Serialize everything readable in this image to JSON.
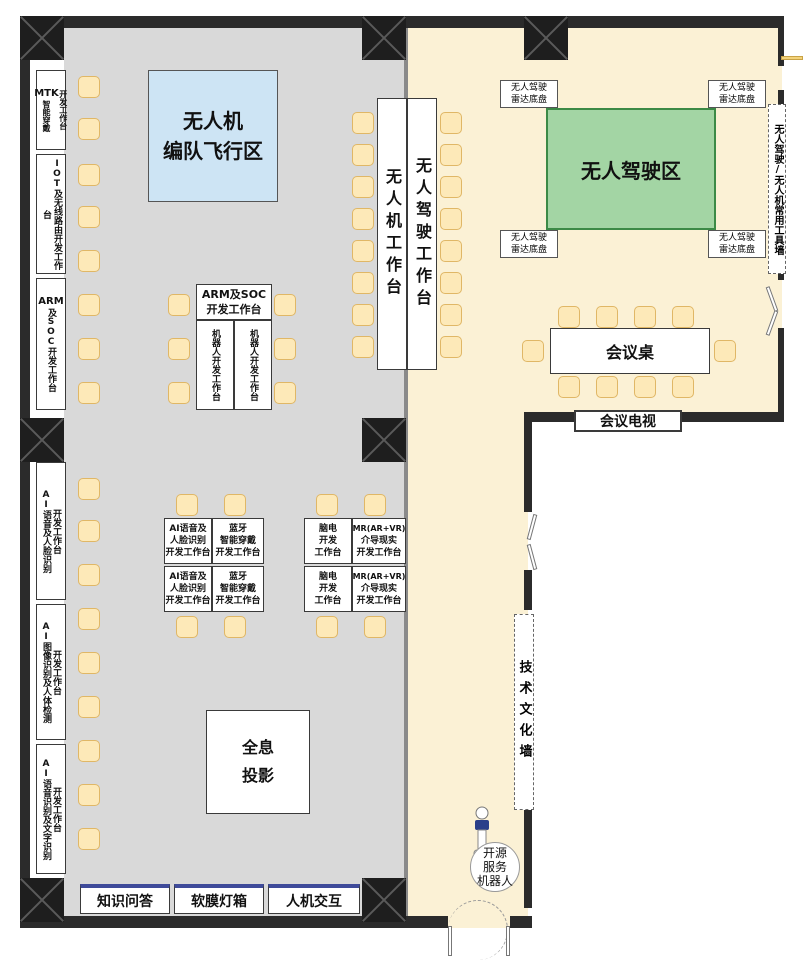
{
  "zones": {
    "drone_flight_line1": "无人机",
    "drone_flight_line2": "编队飞行区",
    "autonomous_driving": "无人驾驶区",
    "hologram_line1": "全息",
    "hologram_line2": "投影"
  },
  "workbenches": {
    "mtk_title": "MTK",
    "mtk_sub1": "智能穿戴",
    "mtk_sub2": "开发工作台",
    "iot": "IOT及无线路由开发工作台",
    "arm_left_title": "ARM",
    "arm_left_sub": "及SOC",
    "arm_left_sub2": "开发工作台",
    "arm_soc_line1": "ARM及SOC",
    "arm_soc_line2": "开发工作台",
    "robot_left": "机器人开发工作台",
    "robot_right": "机器人开发工作台",
    "drone_work": "无人机工作台",
    "driving_work": "无人驾驶工作台",
    "ai_voice_face": "AI语音及人脸识别",
    "ai_voice_face_dev": "开发工作台",
    "ai_image_body": "AI图像识别及人体检测",
    "ai_image_body_dev": "开发工作台",
    "ai_speech_text": "AI语音识别及文字识别",
    "ai_speech_text_dev": "开发工作台"
  },
  "tables": {
    "ai_face_1": [
      "AI语音及",
      "人脸识别",
      "开发工作台"
    ],
    "bt_1": [
      "蓝牙",
      "智能穿戴",
      "开发工作台"
    ],
    "ai_face_2": [
      "AI语音及",
      "人脸识别",
      "开发工作台"
    ],
    "bt_2": [
      "蓝牙",
      "智能穿戴",
      "开发工作台"
    ],
    "bci_1": [
      "脑电",
      "开发",
      "工作台"
    ],
    "mr_1": [
      "MR(AR+VR)",
      "介导现实",
      "开发工作台"
    ],
    "bci_2": [
      "脑电",
      "开发",
      "工作台"
    ],
    "mr_2": [
      "MR(AR+VR)",
      "介导现实",
      "开发工作台"
    ]
  },
  "radar": {
    "tl": [
      "无人驾驶",
      "雷达底盘"
    ],
    "tr": [
      "无人驾驶",
      "雷达底盘"
    ],
    "bl": [
      "无人驾驶",
      "雷达底盘"
    ],
    "br": [
      "无人驾驶",
      "雷达底盘"
    ]
  },
  "meeting": {
    "table": "会议桌",
    "tv": "会议电视"
  },
  "walls": {
    "tool_wall": "无人驾驶/无人机常用工具墙",
    "culture_wall": "技术文化墙"
  },
  "robot": {
    "label_line1": "开源",
    "label_line2": "服务",
    "label_line3": "机器人"
  },
  "bottom_bar": {
    "qa": "知识问答",
    "lightbox": "软膜灯箱",
    "hci": "人机交互"
  }
}
